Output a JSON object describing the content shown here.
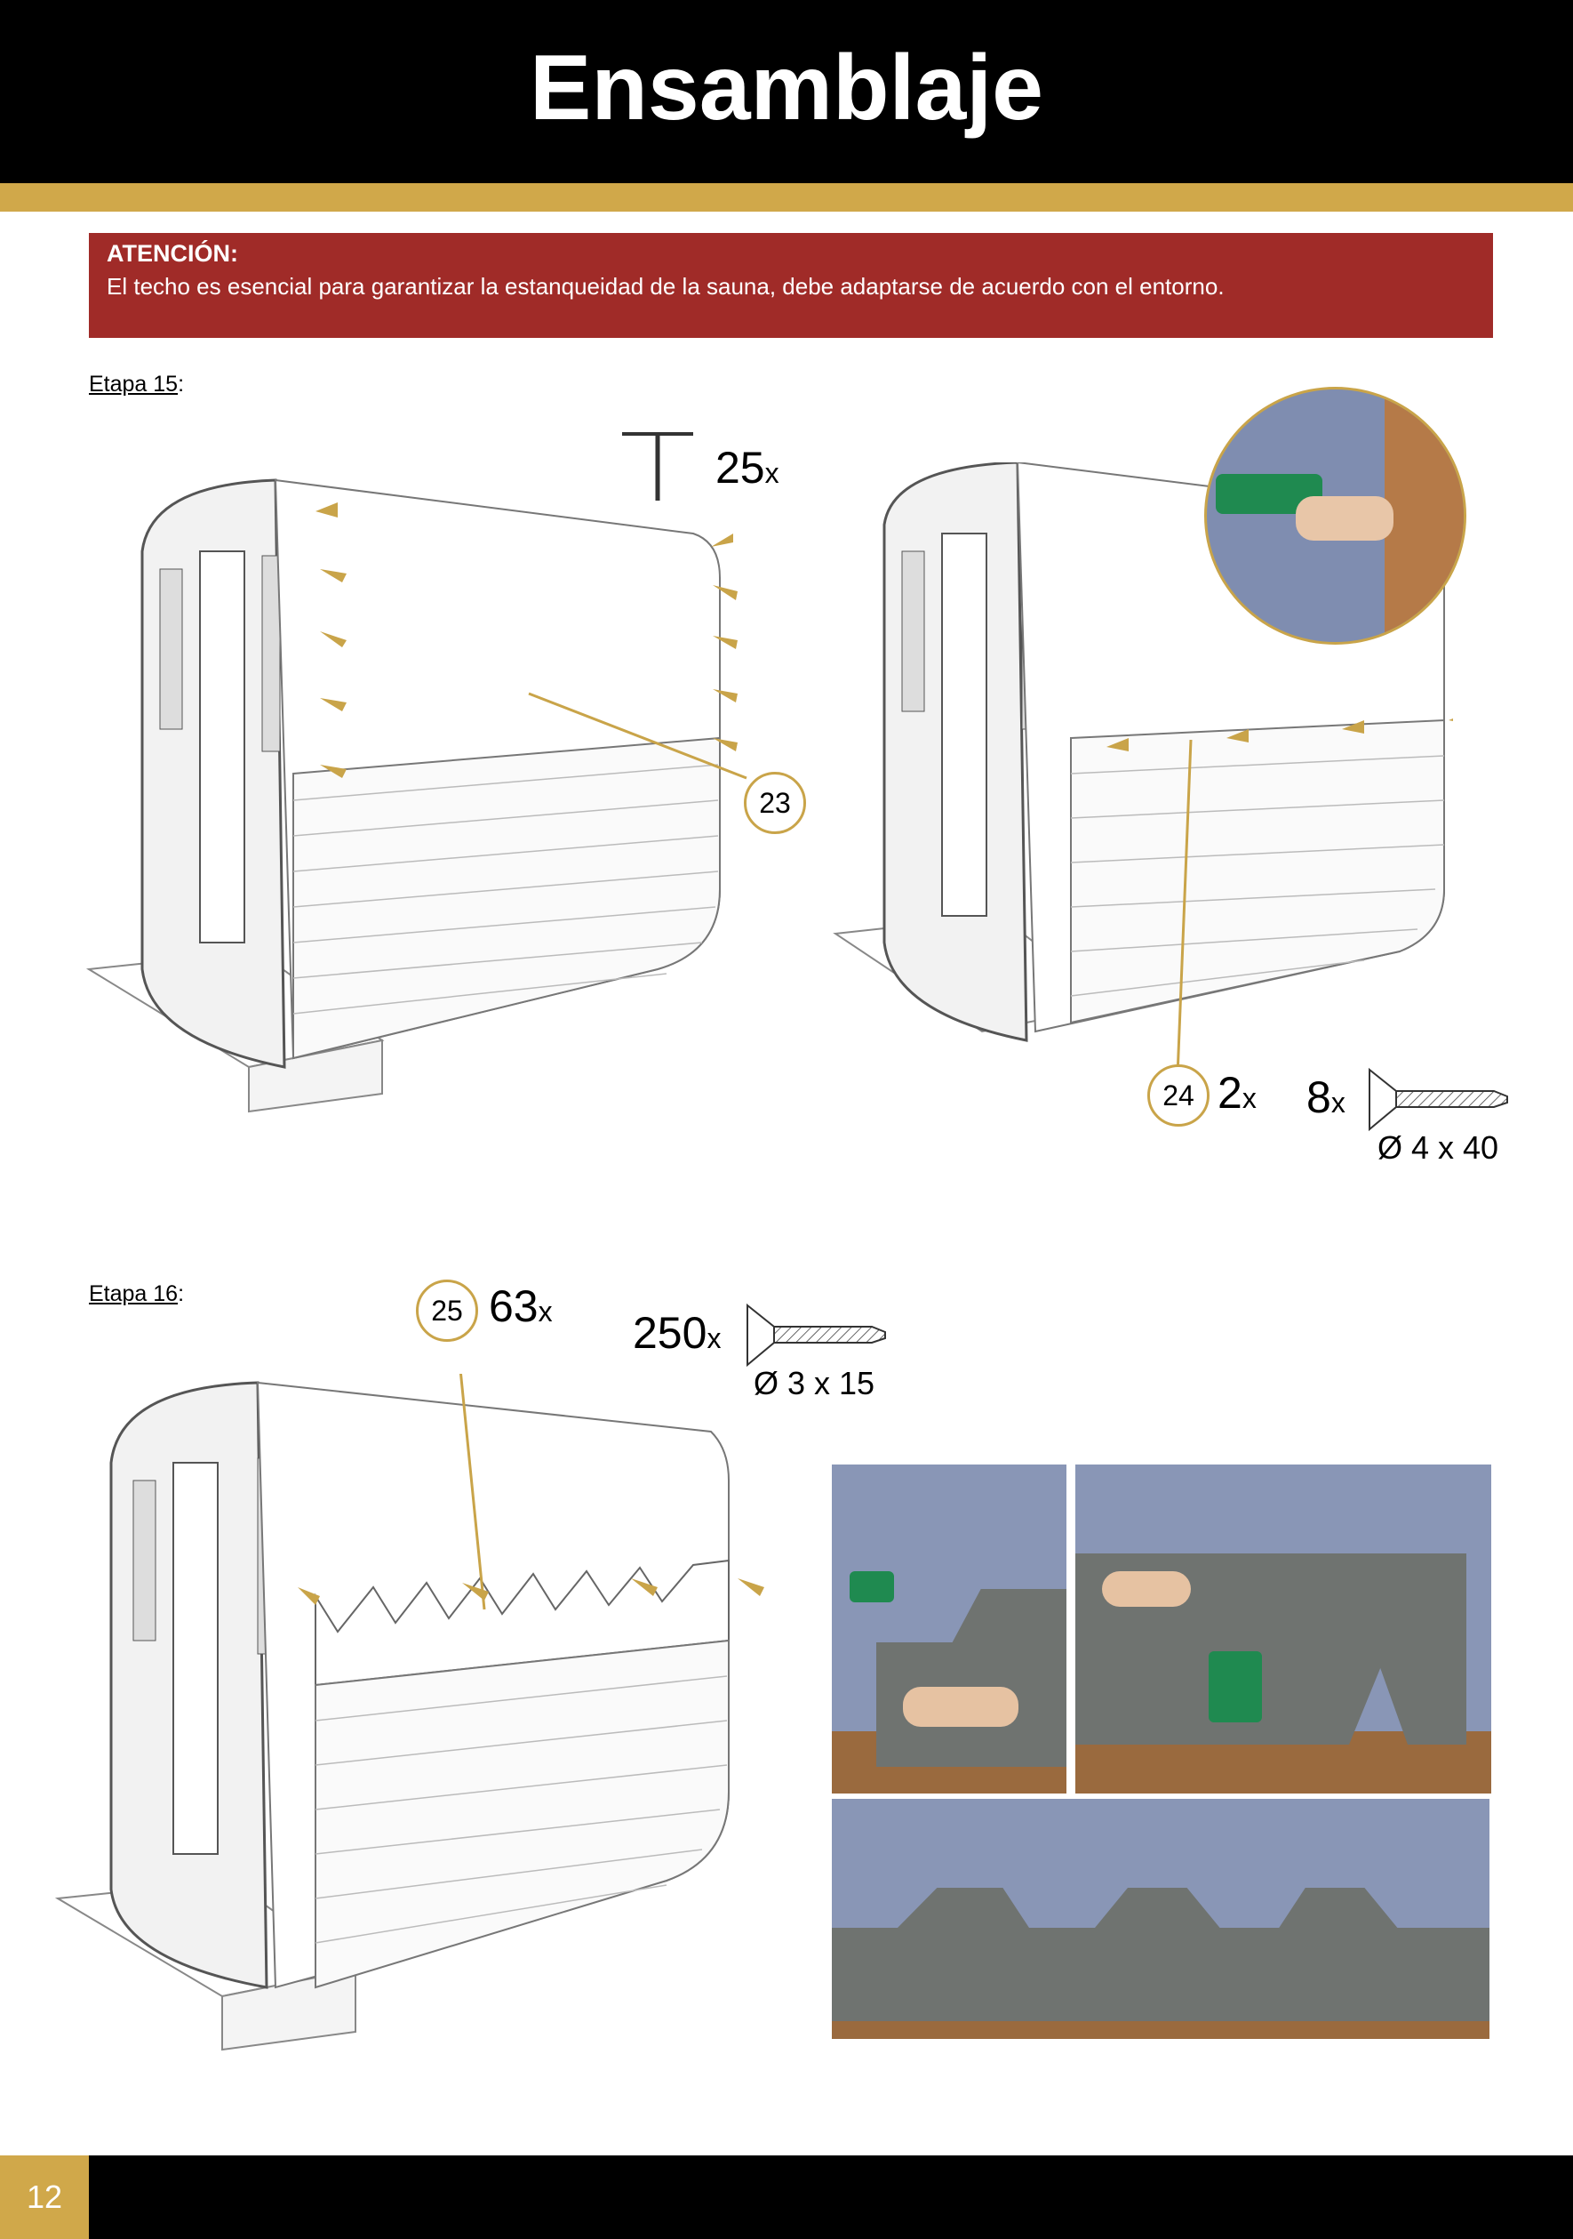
{
  "header": {
    "title": "Ensamblaje"
  },
  "warning": {
    "heading": "ATENCIÓN:",
    "text": "El techo es esencial para garantizar la estanqueidad de la sauna, debe adaptarse de acuerdo con el entorno."
  },
  "step15": {
    "label": "Etapa 15",
    "colon": ":",
    "nail_qty": "25",
    "screw_qty": "8",
    "part23": "23",
    "part24": "24",
    "part24_qty": "2",
    "screw_dim": "Ø 4 x 40",
    "x": "x"
  },
  "step16": {
    "label": "Etapa 16",
    "colon": ":",
    "part25": "25",
    "part25_qty": "63",
    "screw_qty": "250",
    "screw_dim": "Ø 3 x 15",
    "x": "x"
  },
  "footer": {
    "page": "12"
  },
  "colors": {
    "gold": "#d0a84a",
    "red": "#a02b28"
  }
}
